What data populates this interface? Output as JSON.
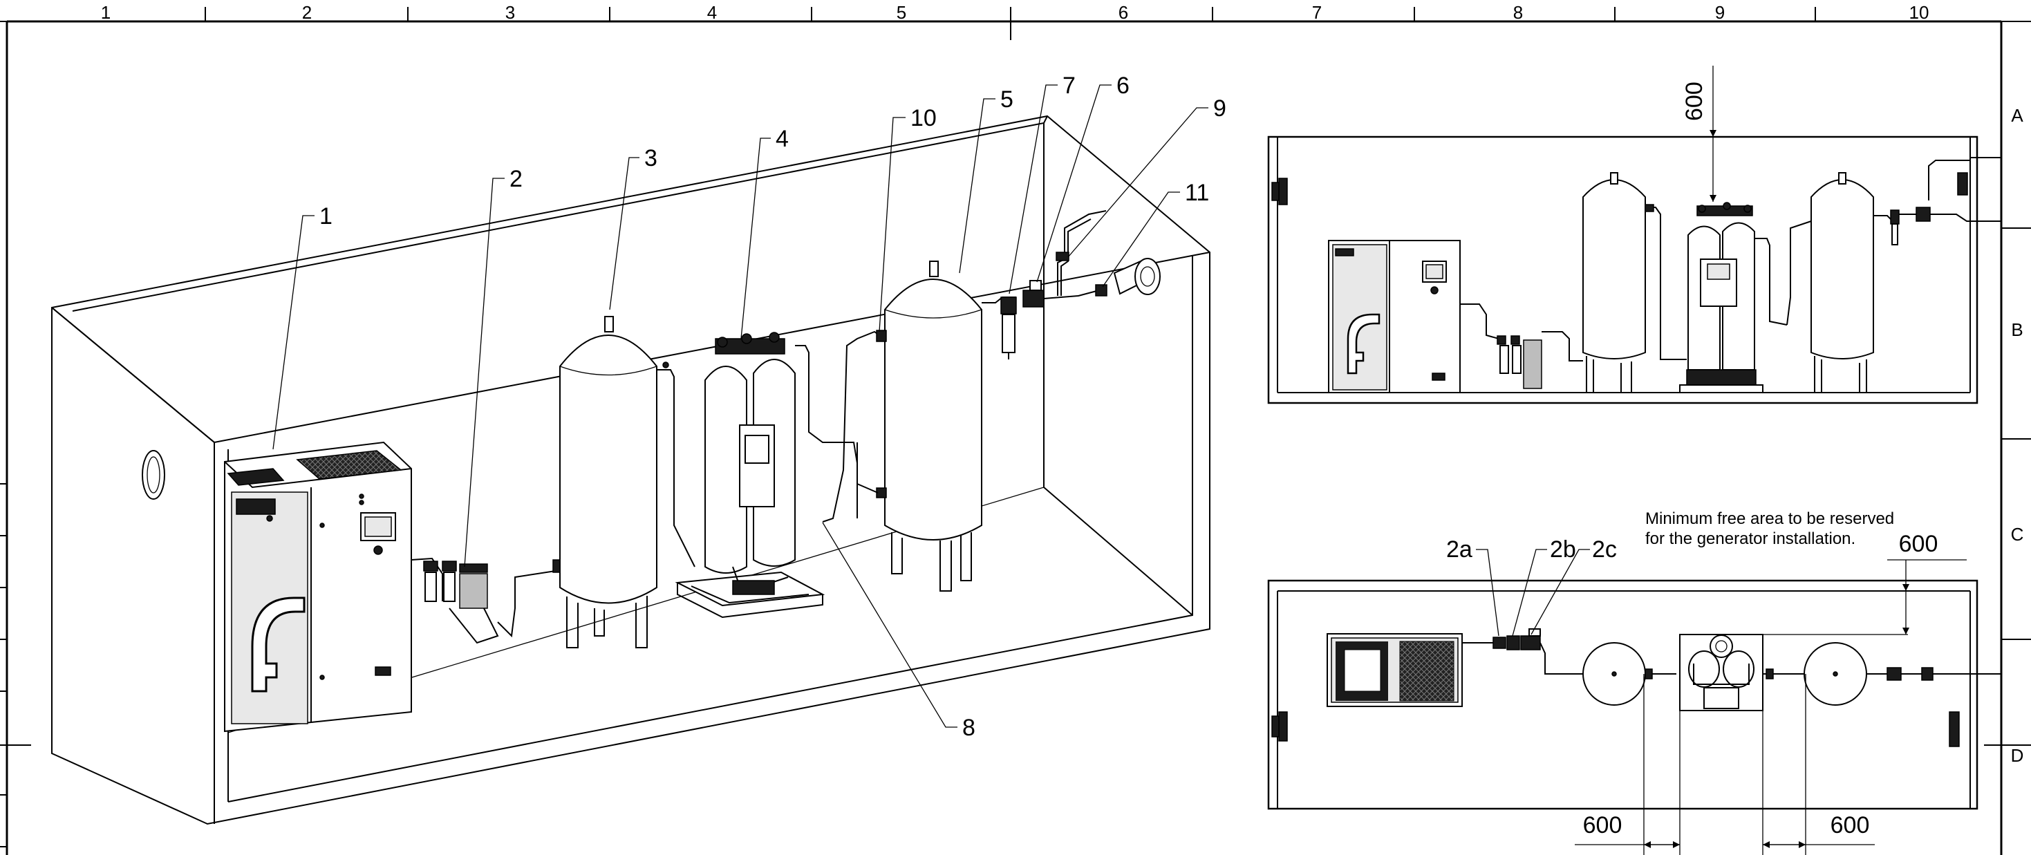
{
  "border": {
    "columns": [
      "1",
      "2",
      "3",
      "4",
      "5",
      "6",
      "7",
      "8",
      "9",
      "10"
    ],
    "rows": [
      "A",
      "B",
      "C",
      "D"
    ]
  },
  "isometric_view": {
    "callouts": [
      "1",
      "2",
      "3",
      "4",
      "5",
      "6",
      "7",
      "8",
      "9",
      "10",
      "11"
    ]
  },
  "side_view": {
    "dimension": "600"
  },
  "top_view": {
    "callouts": [
      "2a",
      "2b",
      "2c"
    ],
    "note_line1": "Minimum free area to be reserved",
    "note_line2": "for the generator installation.",
    "dimension_top": "600",
    "dimension_bottom_left": "600",
    "dimension_bottom_right": "600"
  }
}
